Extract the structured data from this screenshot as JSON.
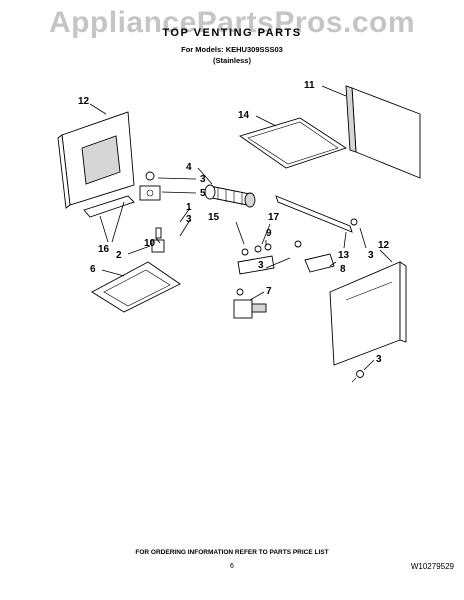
{
  "watermark": "AppliancePartsPros.com",
  "header": {
    "title": "TOP VENTING PARTS",
    "models_line": "For Models: KEHU309SSS03",
    "finish": "(Stainless)"
  },
  "callouts": {
    "c1": "1",
    "c2": "2",
    "c3a": "3",
    "c3b": "3",
    "c3c": "3",
    "c3d": "3",
    "c3e": "3",
    "c4": "4",
    "c5": "5",
    "c6": "6",
    "c7": "7",
    "c8": "8",
    "c9": "9",
    "c10": "10",
    "c11": "11",
    "c12a": "12",
    "c12b": "12",
    "c13": "13",
    "c14": "14",
    "c15": "15",
    "c16": "16",
    "c17": "17"
  },
  "footer": {
    "ordering_note": "FOR ORDERING INFORMATION REFER TO PARTS PRICE LIST",
    "page": "6",
    "doc_number": "W10279529"
  }
}
